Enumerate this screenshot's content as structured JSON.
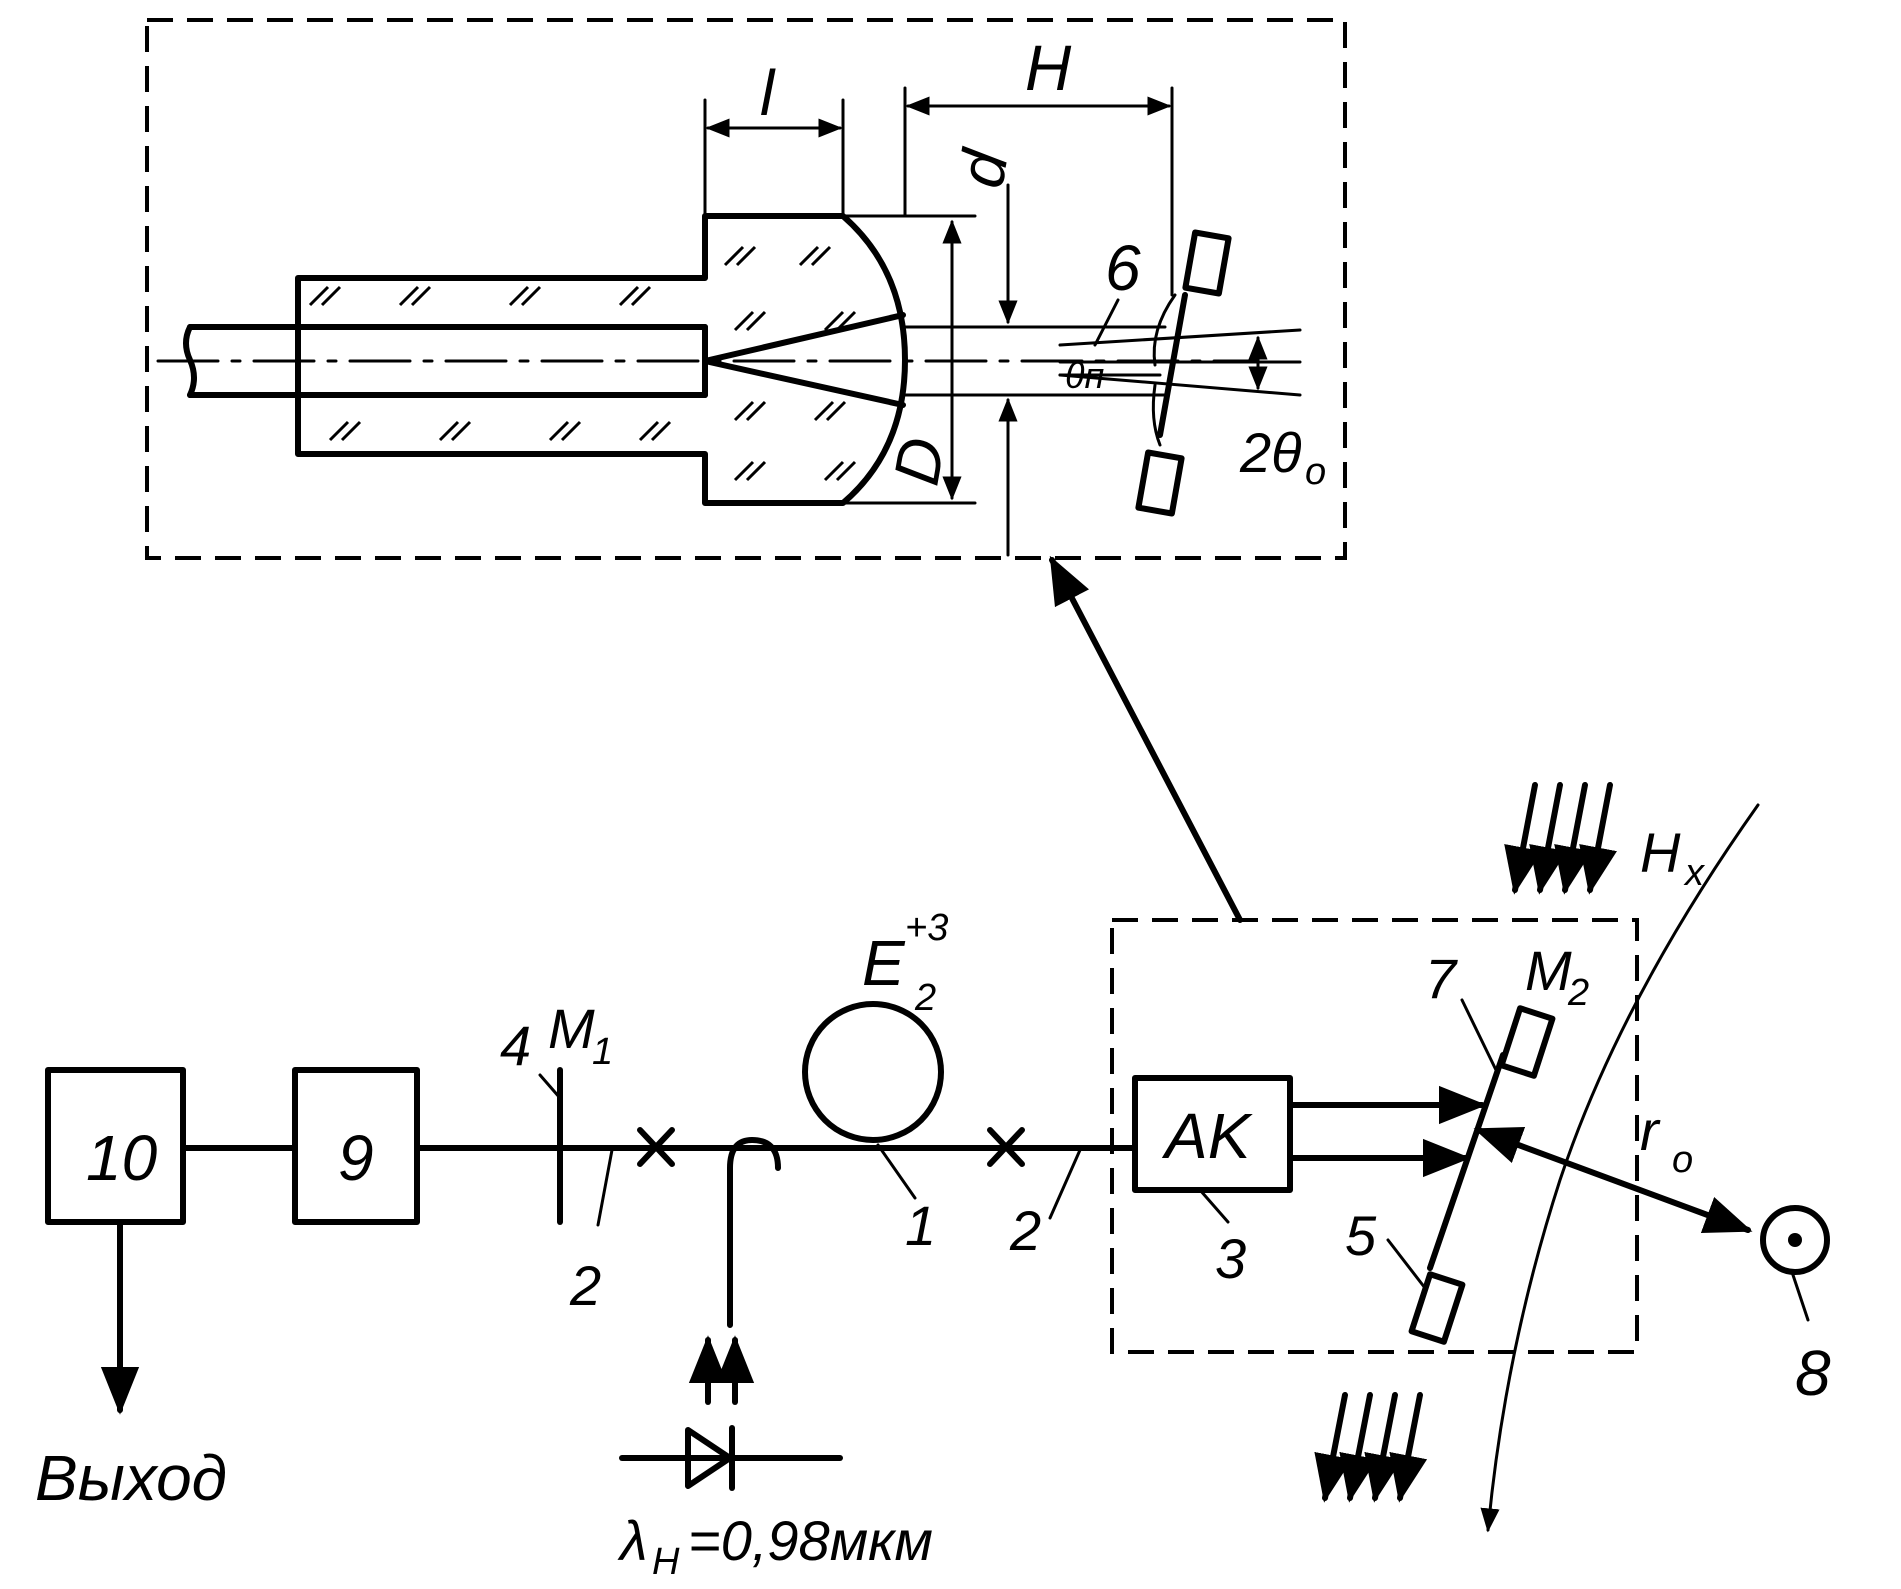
{
  "labels": {
    "l": "l",
    "H": "H",
    "d": "d",
    "D": "D",
    "six": "6",
    "theta_n": "θп",
    "two_theta": "2θ",
    "theta_sub": "o",
    "hx": "H",
    "hx_sub": "x",
    "e": "E",
    "e_sup": "+3",
    "e_sub": "2",
    "m1": "M",
    "m1_sub": "1",
    "m2": "M",
    "m2_sub": "2",
    "four": "4",
    "seven": "7",
    "five": "5",
    "eight": "8",
    "one": "1",
    "two_a": "2",
    "two_b": "2",
    "three": "3",
    "block10": "10",
    "block9": "9",
    "ak": "AK",
    "r0": "r",
    "r0_sub": "o",
    "output": "Выход",
    "lambda": "λ",
    "lambda_sub": "Н",
    "lambda_value": "=0,98мкм"
  }
}
